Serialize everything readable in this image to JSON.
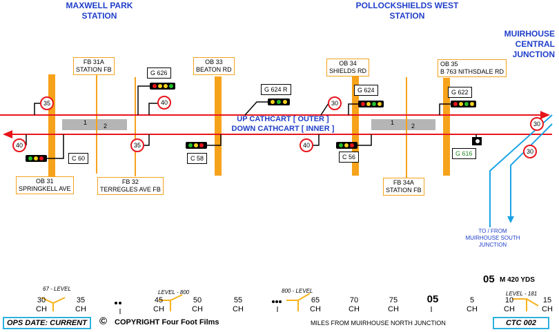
{
  "stations": {
    "maxwell_park": "MAXWELL PARK\nSTATION",
    "pollokshields_west": "POLLOCKSHIELDS WEST\nSTATION",
    "muirhouse_central": "MUIRHOUSE\nCENTRAL\nJUNCTION"
  },
  "tracks": {
    "up": "UP CATHCART [ OUTER ]",
    "down": "DOWN CATHCART [ INNER ]"
  },
  "platforms": {
    "p1": "1",
    "p2": "2",
    "p3": "1",
    "p4": "2"
  },
  "footbridges": {
    "fb31a": "FB 31A\nSTATION FB",
    "ob33": "OB 33\nBEATON RD",
    "ob34": "OB 34\nSHIELDS RD",
    "ob35": "OB 35\nB 763 NITHSDALE RD",
    "ob31": "OB 31\nSPRINGKELL AVE",
    "fb32": "FB 32\nTERREGLES AVE FB",
    "fb34a": "FB 34A\nSTATION FB"
  },
  "signals": {
    "g626": "G 626",
    "g624r": "G 624 R",
    "g624": "G 624",
    "g622": "G 622",
    "c60": "C 60",
    "c58": "C 58",
    "c56": "C 56",
    "g616": "G 616"
  },
  "speeds": {
    "s35a": "35",
    "s40a": "40",
    "s40b": "40",
    "s35b": "35",
    "s30a": "30",
    "s40c": "40",
    "s30b": "30",
    "s30c": "30"
  },
  "branch_label": "TO / FROM\nMUIRHOUSE SOUTH\nJUNCTION",
  "mileage": {
    "total": "05",
    "unit": "M 420 YDS",
    "levels": [
      "67 - LEVEL",
      "LEVEL - 800",
      "800 - LEVEL",
      "LEVEL - 181"
    ],
    "markers": [
      {
        "value": "30",
        "unit": "CH"
      },
      {
        "value": "35",
        "unit": "CH"
      },
      {
        "value": "45",
        "unit": "CH"
      },
      {
        "value": "50",
        "unit": "CH"
      },
      {
        "value": "55",
        "unit": "CH"
      },
      {
        "value": "65",
        "unit": "CH"
      },
      {
        "value": "70",
        "unit": "CH"
      },
      {
        "value": "75",
        "unit": "CH"
      },
      {
        "value": "05",
        "unit": ""
      },
      {
        "value": "5",
        "unit": "CH"
      },
      {
        "value": "10",
        "unit": "CH"
      },
      {
        "value": "15",
        "unit": "CH"
      }
    ],
    "caption": "MILES FROM MUIRHOUSE NORTH JUNCTION"
  },
  "footer": {
    "ops_date": "OPS DATE: CURRENT",
    "copyright_symbol": "©",
    "copyright": "COPYRIGHT Four Foot Films",
    "code": "CTC 002"
  },
  "colors": {
    "track": "#e8141b",
    "bridge": "#f7a21b",
    "branch": "#1aa3e6",
    "platform": "#b5b5b5",
    "label": "#1f3ec9"
  }
}
